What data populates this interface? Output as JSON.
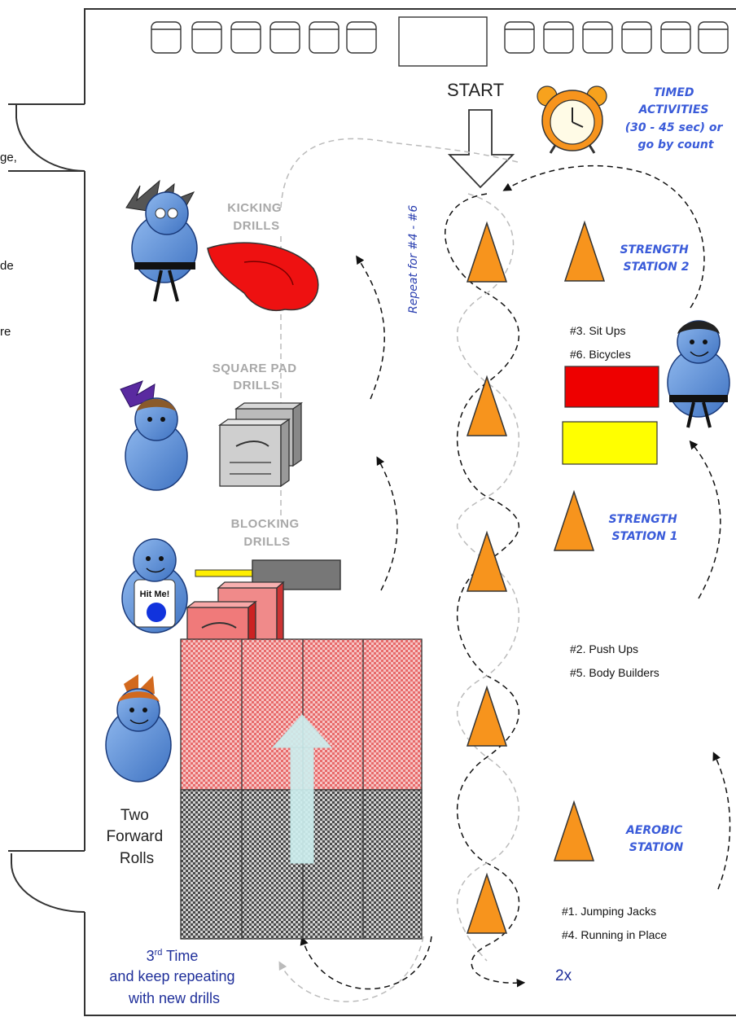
{
  "door_fragments": [
    "ge,",
    "de",
    "re"
  ],
  "start": {
    "label": "START"
  },
  "timed": {
    "lines": [
      "TIMED",
      "ACTIVITIES",
      "(30 - 45 sec) or",
      "go by count"
    ]
  },
  "repeat_label": "Repeat for #4 - #6",
  "drills": {
    "kicking": [
      "KICKING",
      "DRILLS"
    ],
    "square_pad": [
      "SQUARE PAD",
      "DRILLS"
    ],
    "blocking": [
      "BLOCKING",
      "DRILLS"
    ]
  },
  "hit_me": "Hit Me!",
  "stations": {
    "strength2": {
      "lines": [
        "STRENGTH",
        "STATION 2"
      ],
      "exercises": [
        "#3.  Sit Ups",
        "#6.  Bicycles"
      ]
    },
    "strength1": {
      "lines": [
        "STRENGTH",
        "STATION 1"
      ],
      "exercises": [
        "#2. Push Ups",
        "#5.  Body Builders"
      ]
    },
    "aerobic": {
      "lines": [
        "AEROBIC",
        "STATION"
      ],
      "exercises": [
        "#1. Jumping Jacks",
        "#4.  Running in Place"
      ]
    }
  },
  "rolls": {
    "lines": [
      "Two",
      "Forward",
      "Rolls"
    ]
  },
  "third_time": {
    "main": "3",
    "sup": "rd",
    "rest": " Time",
    "lines": [
      "and keep repeating",
      "with new drills"
    ]
  },
  "two_x": "2x",
  "colors": {
    "cone": "#f7941d",
    "figure": "#5b8fd6",
    "mat_red": "#e86a6a",
    "mat_black": "#444444",
    "pad_red": "#ee0000",
    "pad_yellow": "#ffff00",
    "station_blue": "#3a5bd9"
  }
}
